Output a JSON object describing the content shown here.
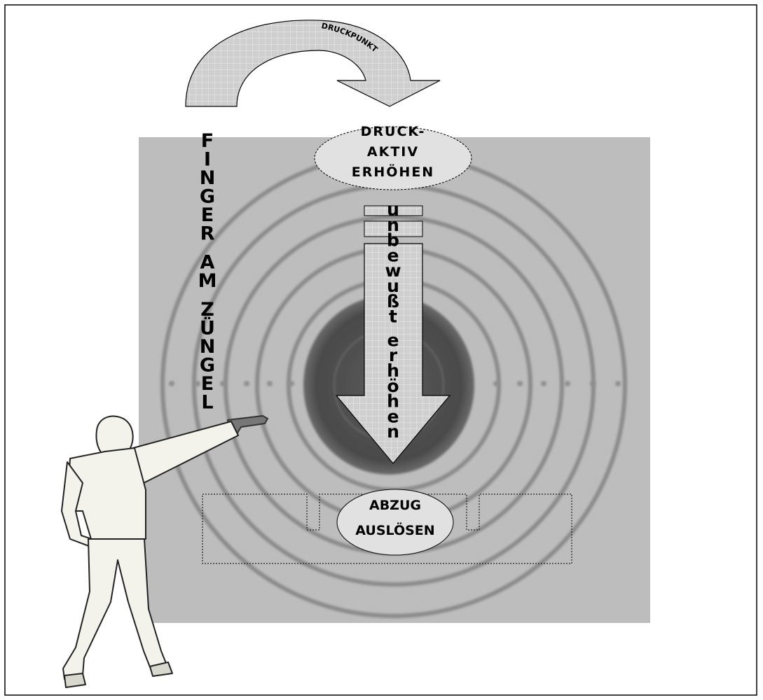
{
  "diagram": {
    "arc_arrow_label": "DRUCKPUNKT",
    "vertical_left_label": "FINGER AM ZÜNGEL",
    "oval_top": {
      "lines": [
        "DRUCK-",
        "AKTIV",
        "ERHÖHEN"
      ]
    },
    "vertical_arrow_label": "unbewußt erhöhen",
    "oval_bottom": {
      "lines": [
        "ABZUG",
        "AUSLÖSEN"
      ]
    }
  },
  "colors": {
    "target_background": "#b9b9b9",
    "target_center": "#4a4a4a",
    "arrow_fill": "#cfcfcf",
    "arrow_grid": "#ffffff",
    "oval_fill": "#e0e0e0",
    "figure_fill": "#f3f3ec",
    "frame": "#000000"
  }
}
